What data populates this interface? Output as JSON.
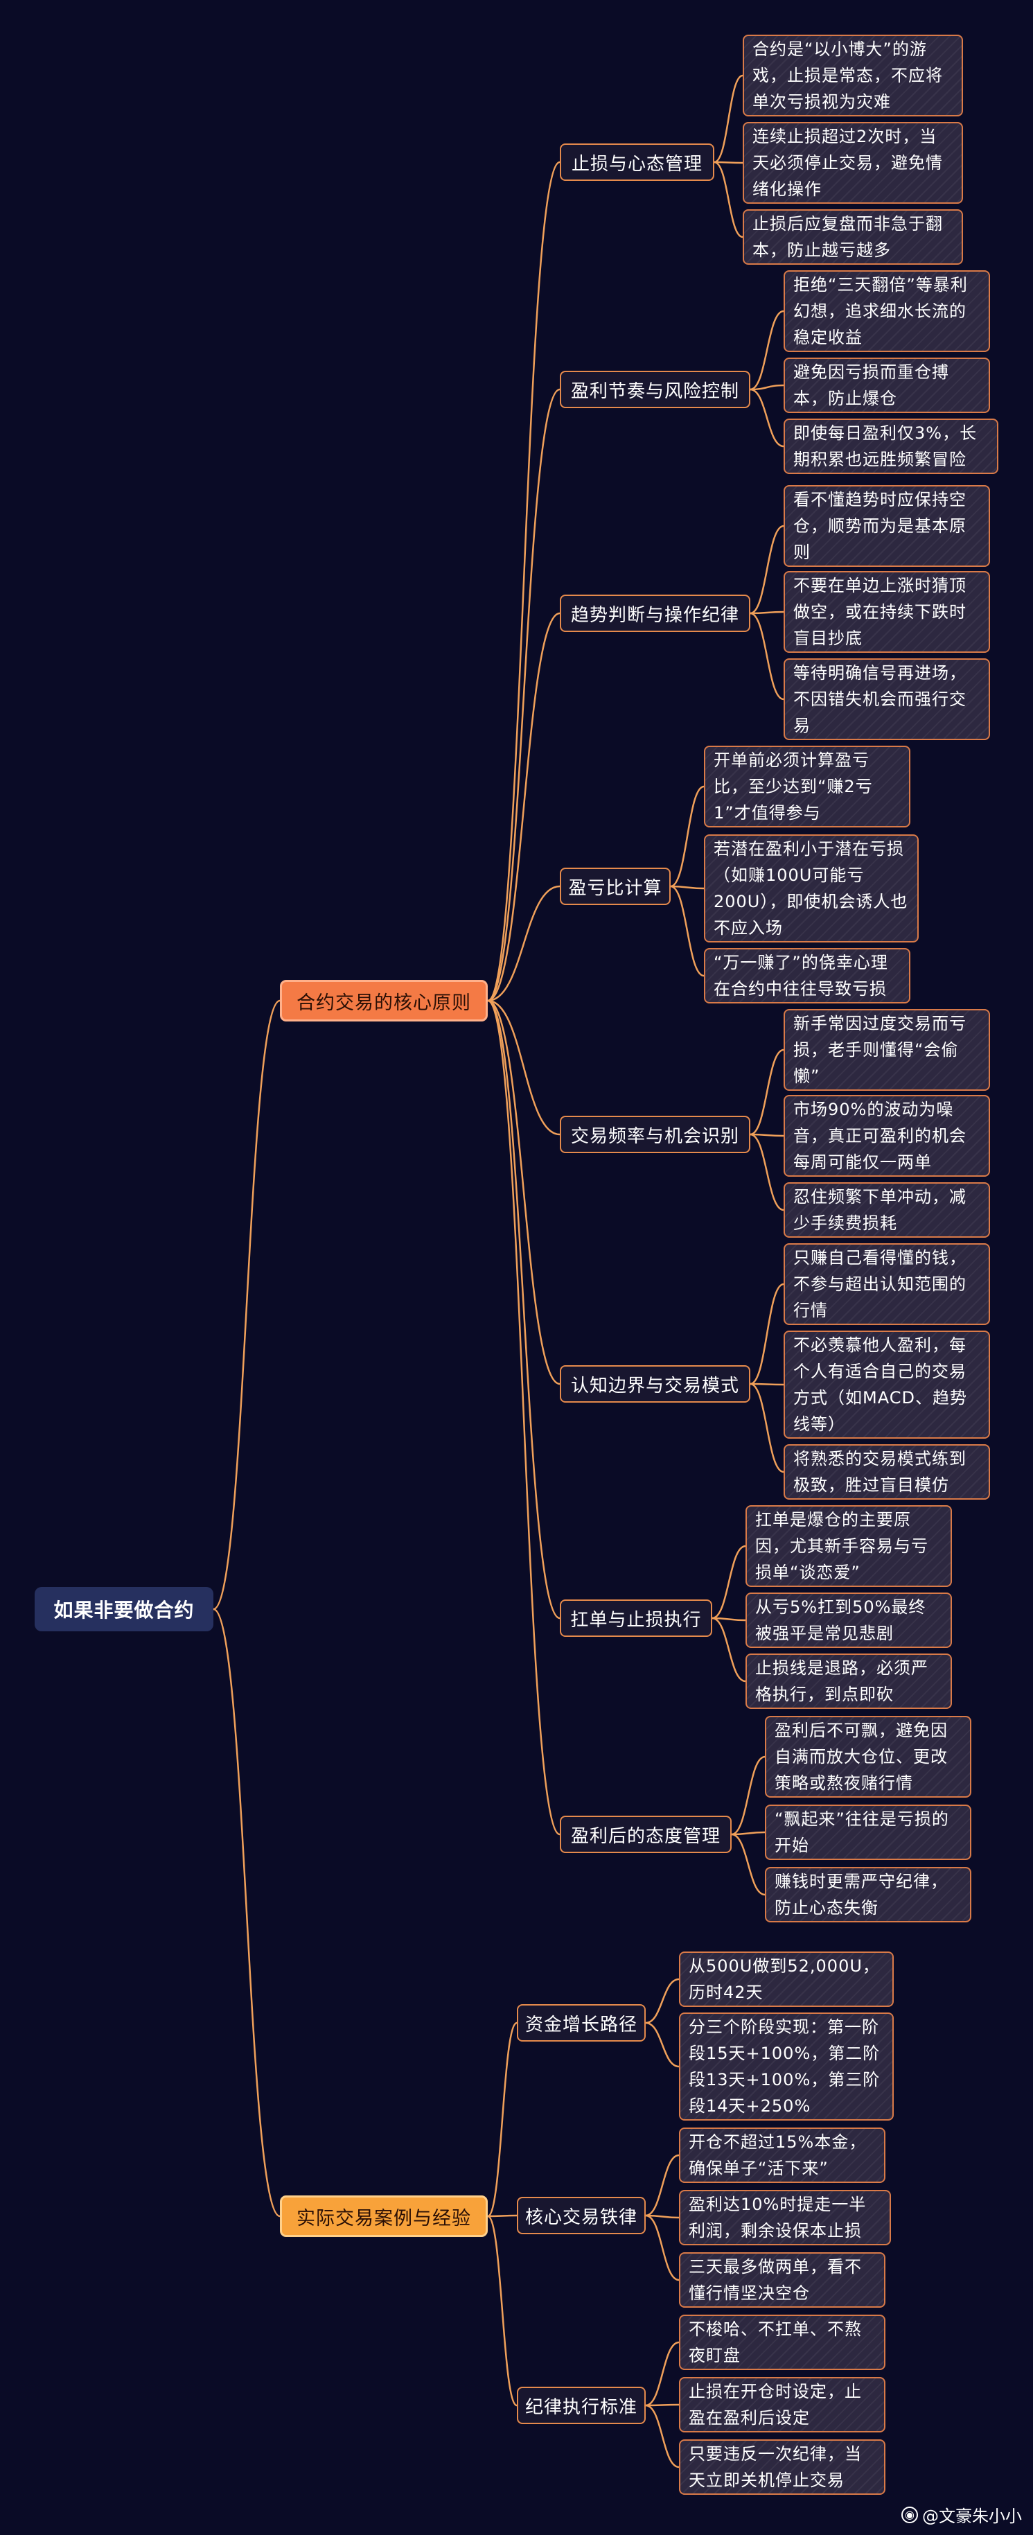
{
  "colors": {
    "background": "#0a0b26",
    "root": "#26305f",
    "branch_1": "#f47a45",
    "branch_2": "#f8a23a",
    "connector": "#f0a05a",
    "leaf_border": "#d97a48"
  },
  "mindmap": {
    "root": "如果非要做合约",
    "branches": [
      {
        "label": "合约交易的核心原则",
        "topics": [
          {
            "label": "止损与心态管理",
            "leaves": [
              "合约是“以小博大”的游戏，止损是常态，不应将单次亏损视为灾难",
              "连续止损超过2次时，当天必须停止交易，避免情绪化操作",
              "止损后应复盘而非急于翻本，防止越亏越多"
            ]
          },
          {
            "label": "盈利节奏与风险控制",
            "leaves": [
              "拒绝“三天翻倍”等暴利幻想，追求细水长流的稳定收益",
              "避免因亏损而重仓搏本，防止爆仓",
              "即使每日盈利仅3%，长期积累也远胜频繁冒险"
            ]
          },
          {
            "label": "趋势判断与操作纪律",
            "leaves": [
              "看不懂趋势时应保持空仓，顺势而为是基本原则",
              "不要在单边上涨时猜顶做空，或在持续下跌时盲目抄底",
              "等待明确信号再进场，不因错失机会而强行交易"
            ]
          },
          {
            "label": "盈亏比计算",
            "leaves": [
              "开单前必须计算盈亏比，至少达到“赚2亏1”才值得参与",
              "若潜在盈利小于潜在亏损（如赚100U可能亏200U），即使机会诱人也不应入场",
              "“万一赚了”的侥幸心理在合约中往往导致亏损"
            ]
          },
          {
            "label": "交易频率与机会识别",
            "leaves": [
              "新手常因过度交易而亏损，老手则懂得“会偷懒”",
              "市场90%的波动为噪音，真正可盈利的机会每周可能仅一两单",
              "忍住频繁下单冲动，减少手续费损耗"
            ]
          },
          {
            "label": "认知边界与交易模式",
            "leaves": [
              "只赚自己看得懂的钱，不参与超出认知范围的行情",
              "不必羡慕他人盈利，每个人有适合自己的交易方式（如MACD、趋势线等）",
              "将熟悉的交易模式练到极致，胜过盲目模仿"
            ]
          },
          {
            "label": "扛单与止损执行",
            "leaves": [
              "扛单是爆仓的主要原因，尤其新手容易与亏损单“谈恋爱”",
              "从亏5%扛到50%最终被强平是常见悲剧",
              "止损线是退路，必须严格执行，到点即砍"
            ]
          },
          {
            "label": "盈利后的态度管理",
            "leaves": [
              "盈利后不可飘，避免因自满而放大仓位、更改策略或熬夜赌行情",
              "“飘起来”往往是亏损的开始",
              "赚钱时更需严守纪律，防止心态失衡"
            ]
          }
        ]
      },
      {
        "label": "实际交易案例与经验",
        "topics": [
          {
            "label": "资金增长路径",
            "leaves": [
              "从500U做到52,000U，历时42天",
              "分三个阶段实现：第一阶段15天+100%，第二阶段13天+100%，第三阶段14天+250%"
            ]
          },
          {
            "label": "核心交易铁律",
            "leaves": [
              "开仓不超过15%本金，确保单子“活下来”",
              "盈利达10%时提走一半利润，剩余设保本止损",
              "三天最多做两单，看不懂行情坚决空仓"
            ]
          },
          {
            "label": "纪律执行标准",
            "leaves": [
              "不梭哈、不扛单、不熬夜盯盘",
              "止损在开仓时设定，止盈在盈利后设定",
              "只要违反一次纪律，当天立即关机停止交易"
            ]
          }
        ]
      }
    ]
  },
  "watermark": {
    "icon": "weibo-icon",
    "text": "@文豪朱小小"
  }
}
